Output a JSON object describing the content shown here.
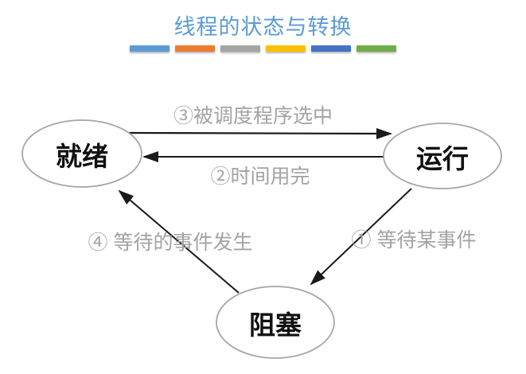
{
  "title": {
    "text": "线程的状态与转换",
    "color": "#5B9BD5"
  },
  "accent_bars": [
    "#5B9BD5",
    "#ED7D31",
    "#A5A5A5",
    "#FFC000",
    "#4472C4",
    "#70AD47"
  ],
  "nodes": {
    "ready": {
      "label": "就绪"
    },
    "running": {
      "label": "运行"
    },
    "blocked": {
      "label": "阻塞"
    }
  },
  "edges": {
    "scheduled": {
      "label": "③被调度程序选中",
      "from": "就绪",
      "to": "运行"
    },
    "timeout": {
      "label": "②时间用完",
      "from": "运行",
      "to": "就绪"
    },
    "wait_event": {
      "label": "① 等待某事件",
      "from": "运行",
      "to": "阻塞"
    },
    "event_occurs": {
      "label": "④ 等待的事件发生",
      "from": "阻塞",
      "to": "就绪"
    }
  },
  "colors": {
    "node_border": "#A6A6A6",
    "node_fill": "#FFFFFF",
    "arrow": "#1A1A1A",
    "edge_label": "#A3A3A3",
    "node_label": "#111111"
  }
}
